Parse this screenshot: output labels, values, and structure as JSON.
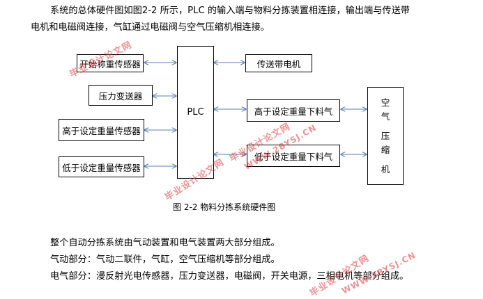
{
  "intro_text": "系统的总体硬件图如图2-2 所示，PLC 的输入端与物料分拣装置相连接，输出端与传送带",
  "intro_text_cont": "电机和电磁阀连接，气缸通过电磁阀与空气压缩机相连接。",
  "diagram": {
    "inputs": [
      "开始称重传感器",
      "压力变送器",
      "高于设定重量传感器",
      "低于设定重量传感器"
    ],
    "plc_label": "PLC",
    "outputs": [
      "传送带电机",
      "高于设定重量下料气",
      "低于设定重量下料气"
    ],
    "compressor_chars": [
      "空",
      "气",
      "压",
      "缩",
      "机"
    ],
    "caption": "图  2-2    物料分拣系统硬件图",
    "arrow_color": "#5b7fae"
  },
  "body_lines": [
    "整个自动分拣系统由气动装置和电气装置两大部分组成。",
    "气动部分：气动二联件，气缸，空气压缩机等部分组成。",
    "电气部分：漫反射光电传感器，压力变送器，电磁阀，开关电源，三相电机等部分组成。"
  ],
  "watermarks": {
    "site_name": "毕业设计论文网",
    "site_url": "WWW.2BYSJ.CN",
    "color": "#dc3c3c"
  }
}
